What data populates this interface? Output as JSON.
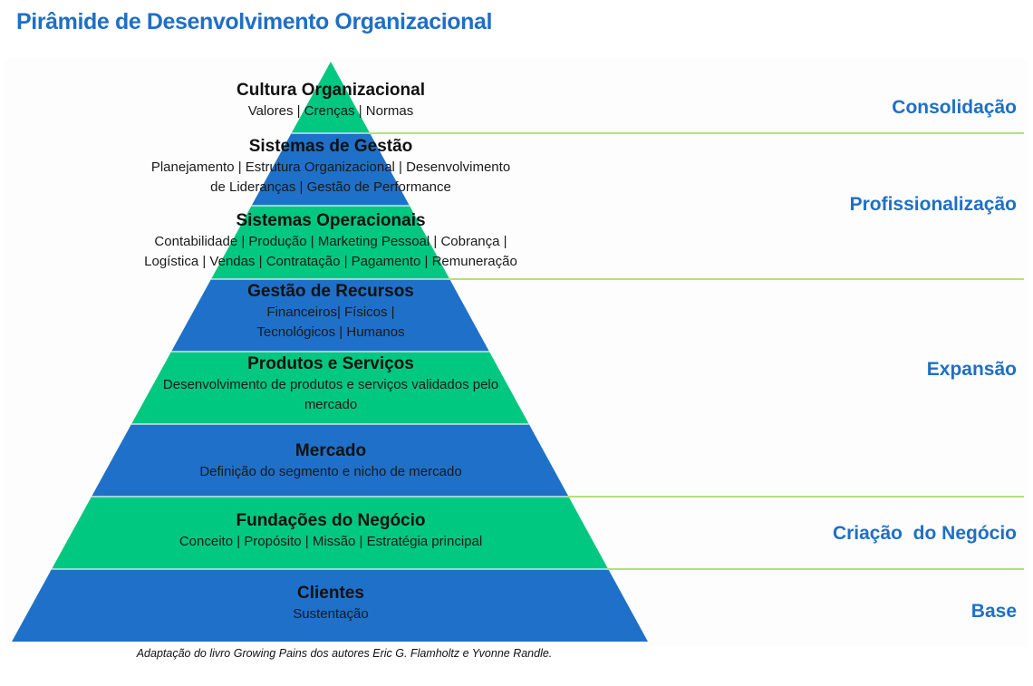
{
  "title": "Pirâmide de Desenvolvimento Organizacional",
  "colors": {
    "title": "#1f6fc5",
    "layer_green": "#00c880",
    "layer_blue": "#1f70c8",
    "divider": "#b5e07a",
    "stage_text": "#1f6fc5"
  },
  "layers": [
    {
      "name": "Cultura Organizacional",
      "lines": [
        "Valores | Crenças | Normas"
      ],
      "color": "green"
    },
    {
      "name": "Sistemas de Gestão",
      "lines": [
        "Planejamento | Estrutura Organizacional | Desenvolvimento",
        "de Lideranças | Gestão de Performance"
      ],
      "color": "blue"
    },
    {
      "name": "Sistemas Operacionais",
      "lines": [
        "Contabilidade | Produção | Marketing Pessoal | Cobrança |",
        "Logística | Vendas | Contratação | Pagamento | Remuneração"
      ],
      "color": "green"
    },
    {
      "name": "Gestão de Recursos",
      "lines": [
        "Financeiros| Físicos |",
        "Tecnológicos | Humanos"
      ],
      "color": "blue"
    },
    {
      "name": "Produtos e Serviços",
      "lines": [
        "Desenvolvimento de produtos e serviços validados pelo",
        "mercado"
      ],
      "color": "green"
    },
    {
      "name": "Mercado",
      "lines": [
        "Definição do segmento e nicho de mercado"
      ],
      "color": "blue"
    },
    {
      "name": "Fundações do Negócio",
      "lines": [
        "Conceito | Propósito | Missão | Estratégia principal"
      ],
      "color": "green"
    },
    {
      "name": "Clientes",
      "lines": [
        "Sustentação"
      ],
      "color": "blue"
    }
  ],
  "stages": [
    {
      "label": "Consolidação",
      "layers_from_top": [
        1
      ]
    },
    {
      "label": "Profissionalização",
      "layers_from_top": [
        2,
        3
      ]
    },
    {
      "label": "Expansão",
      "layers_from_top": [
        4,
        5,
        6
      ]
    },
    {
      "label": "Criação  do Negócio",
      "layers_from_top": [
        7
      ]
    },
    {
      "label": "Base",
      "layers_from_top": [
        8
      ]
    }
  ],
  "caption": "Adaptação do livro Growing Pains dos autores Eric G. Flamholtz e Yvonne Randle."
}
